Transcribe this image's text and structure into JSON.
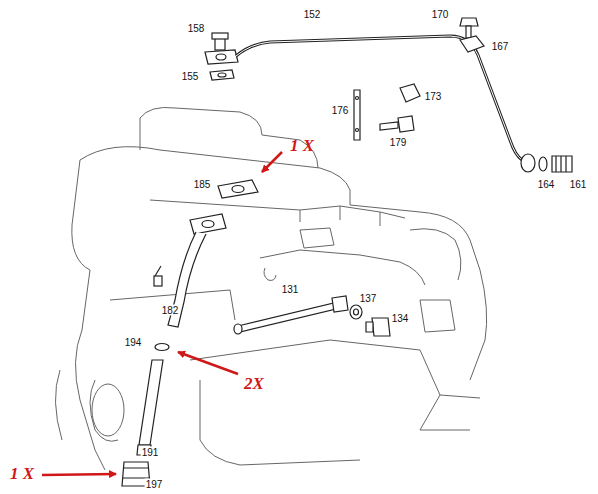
{
  "diagram": {
    "labels": [
      "158",
      "152",
      "170",
      "167",
      "155",
      "176",
      "173",
      "179",
      "1 X",
      "164",
      "161",
      "185",
      "182",
      "131",
      "137",
      "134",
      "194",
      "2X",
      "191",
      "1 X",
      "197"
    ]
  }
}
